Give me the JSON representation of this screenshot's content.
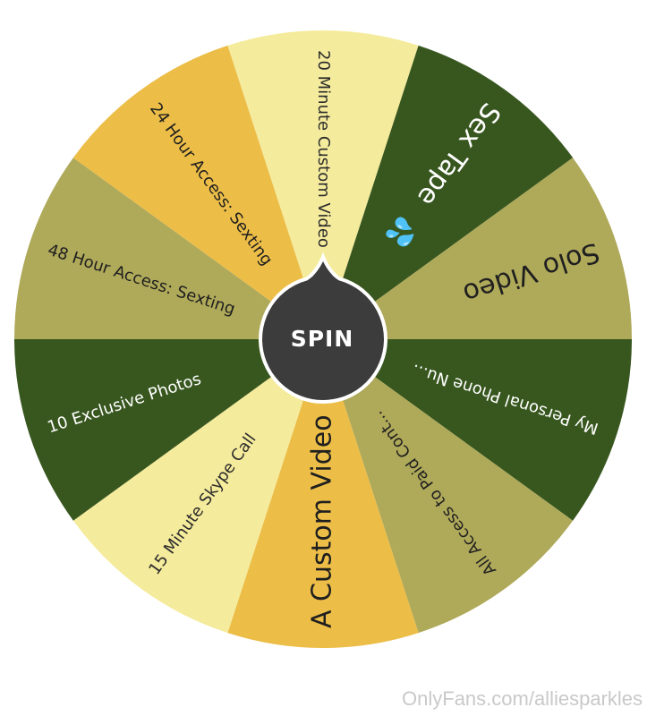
{
  "wheel": {
    "segments": [
      {
        "label": "20 Minute Custom Video",
        "color": "#f5eb9c",
        "text_color": "#2b2b2b"
      },
      {
        "label": "Sex Tape",
        "emoji": "💦",
        "color": "#38571f",
        "text_color": "#ffffff"
      },
      {
        "label": "Solo Video",
        "color": "#afa95a",
        "text_color": "#1f1f1f"
      },
      {
        "label": "My Personal Phone Nu...",
        "color": "#38571f",
        "text_color": "#ffffff"
      },
      {
        "label": "All Access to Paid Cont...",
        "color": "#afa95a",
        "text_color": "#1f1f1f"
      },
      {
        "label": "A Custom Video",
        "color": "#ecbd47",
        "text_color": "#1f1f1f"
      },
      {
        "label": "15 Minute Skype Call",
        "color": "#f5eb9c",
        "text_color": "#2b2b2b"
      },
      {
        "label": "10 Exclusive Photos",
        "color": "#38571f",
        "text_color": "#ffffff"
      },
      {
        "label": "48 Hour Access: Sexting",
        "color": "#afa95a",
        "text_color": "#1f1f1f"
      },
      {
        "label": "24 Hour Access: Sexting",
        "color": "#ecbd47",
        "text_color": "#1f1f1f"
      }
    ]
  },
  "spin_button": {
    "label": "SPIN",
    "color": "#3c3c3c",
    "border_color": "#ffffff"
  },
  "watermark": "OnlyFans.com/alliesparkles"
}
